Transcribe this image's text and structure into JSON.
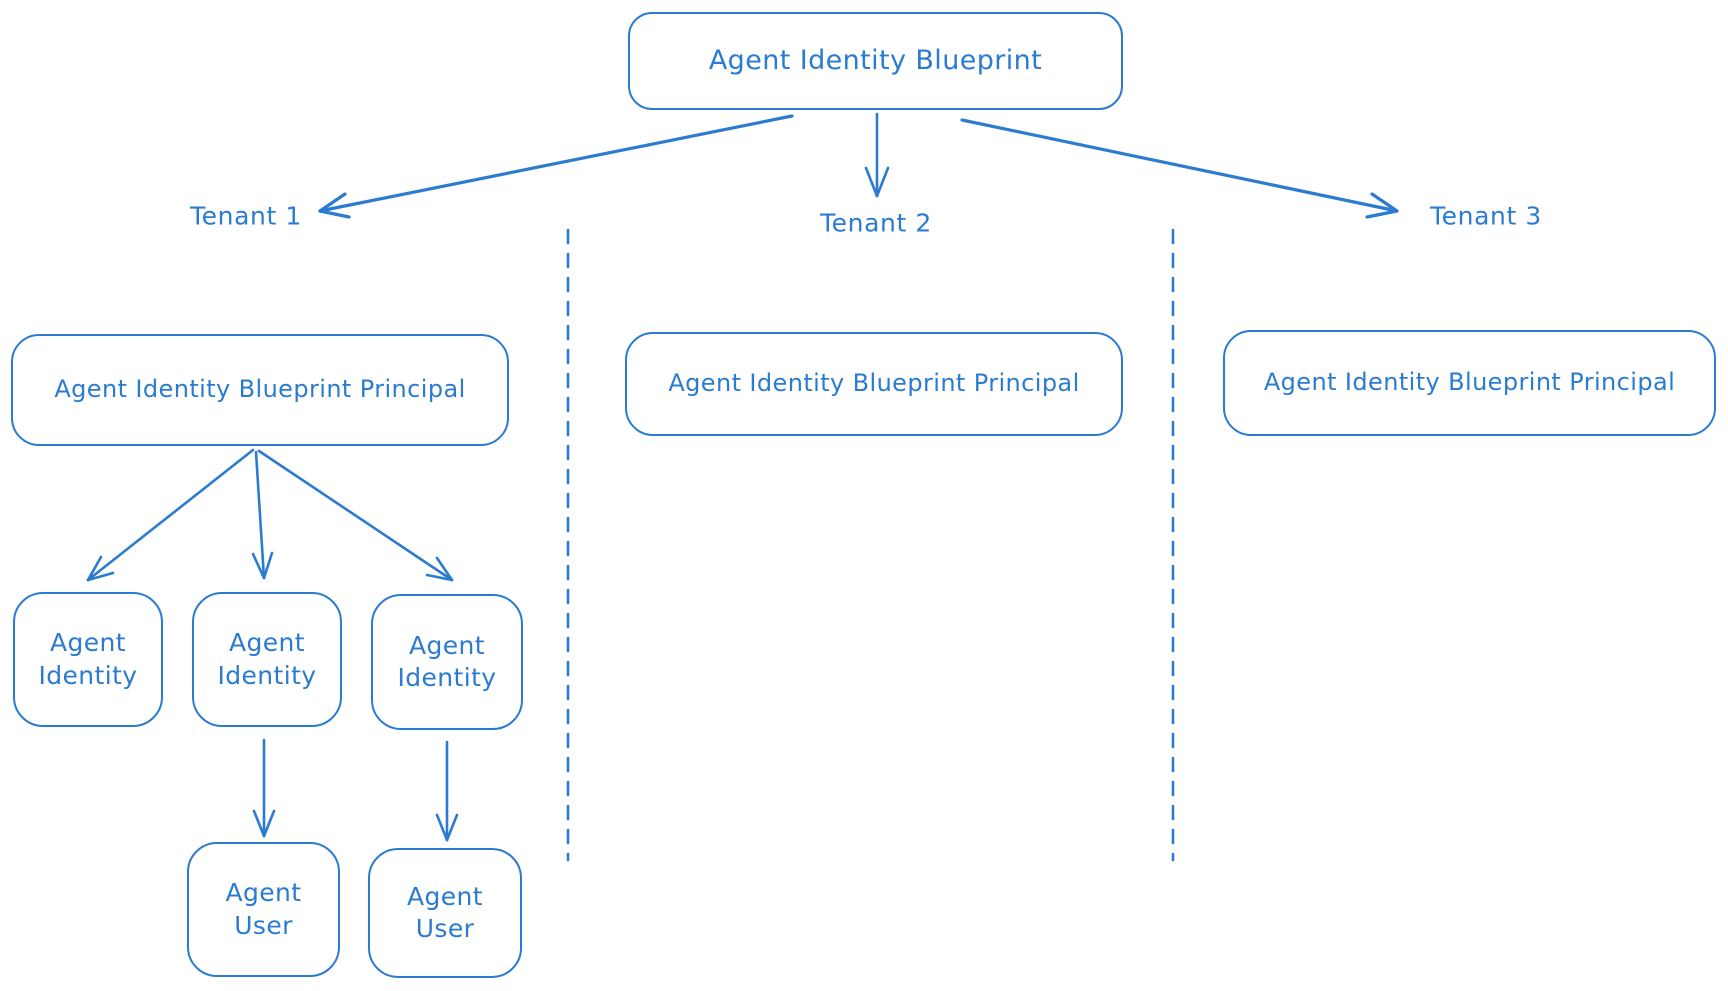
{
  "colors": {
    "stroke": "#2b7bd1",
    "text": "#2b7bd1",
    "background": "#ffffff"
  },
  "root": {
    "label": "Agent Identity Blueprint"
  },
  "tenants": [
    {
      "label": "Tenant 1",
      "principal_label": "Agent Identity Blueprint Principal"
    },
    {
      "label": "Tenant 2",
      "principal_label": "Agent Identity Blueprint Principal"
    },
    {
      "label": "Tenant 3",
      "principal_label": "Agent Identity Blueprint Principal"
    }
  ],
  "agent_identities": [
    {
      "line1": "Agent",
      "line2": "Identity"
    },
    {
      "line1": "Agent",
      "line2": "Identity"
    },
    {
      "line1": "Agent",
      "line2": "Identity"
    }
  ],
  "agent_users": [
    {
      "line1": "Agent",
      "line2": "User"
    },
    {
      "line1": "Agent",
      "line2": "User"
    }
  ]
}
